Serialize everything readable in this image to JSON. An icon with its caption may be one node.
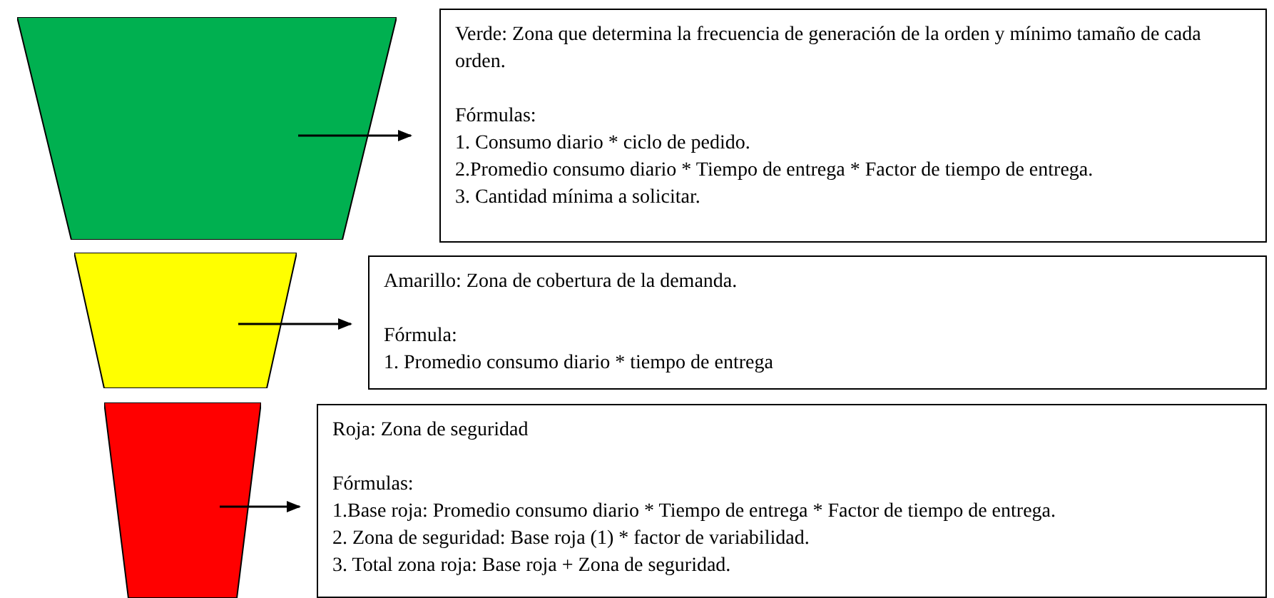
{
  "diagram": {
    "nodes": [
      {
        "text": [],
        "shape": "trapezoid"
      },
      {
        "text": [
          "Verde: Zona que determina la frecuencia de generación de la orden y mínimo tamaño de cada orden.",
          "Fórmulas:",
          "1. Consumo diario * ciclo de pedido.",
          "2.Promedio consumo diario * Tiempo de entrega * Factor de tiempo de entrega.",
          "3. Cantidad mínima a solicitar."
        ]
      },
      {
        "text": [],
        "shape": "trapezoid"
      },
      {
        "text": [
          "Amarillo: Zona de cobertura de la demanda.",
          "Fórmula:",
          "1. Promedio consumo diario * tiempo de entrega"
        ]
      },
      {
        "text": [],
        "shape": "trapezoid"
      },
      {
        "text": [
          "Roja: Zona de seguridad",
          "Fórmulas:",
          "1.Base roja: Promedio consumo diario * Tiempo de entrega * Factor de tiempo de entrega.",
          "2. Zona de seguridad: Base roja (1) * factor de variabilidad.",
          "3. Total zona roja: Base roja + Zona de seguridad."
        ]
      }
    ],
    "edges": [
      {
        "from": 0,
        "to": 1,
        "arrow": "to"
      },
      {
        "from": 2,
        "to": 3,
        "arrow": "to"
      },
      {
        "from": 4,
        "to": 5,
        "arrow": "to"
      }
    ]
  }
}
